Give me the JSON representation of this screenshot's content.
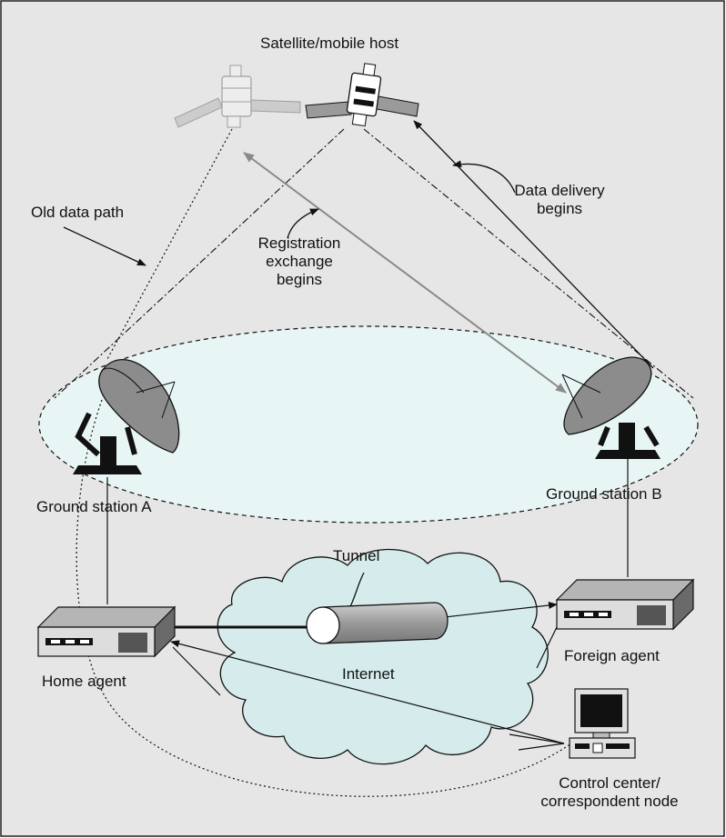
{
  "labels": {
    "satellite": "Satellite/mobile host",
    "old_path": "Old data path",
    "data_delivery_1": "Data delivery",
    "data_delivery_2": "begins",
    "registration_1": "Registration",
    "registration_2": "exchange",
    "registration_3": "begins",
    "ground_a": "Ground station A",
    "ground_b": "Ground station B",
    "tunnel": "Tunnel",
    "internet": "Internet",
    "home_agent": "Home agent",
    "foreign_agent": "Foreign agent",
    "control_1": "Control center/",
    "control_2": "correspondent node"
  },
  "colors": {
    "frame_background": "#e6e6e6",
    "coverage_fill": "#e8f5f5",
    "cloud_fill": "#d6ecec",
    "line": "#111111",
    "registration_arrow": "#8a8a8a"
  }
}
